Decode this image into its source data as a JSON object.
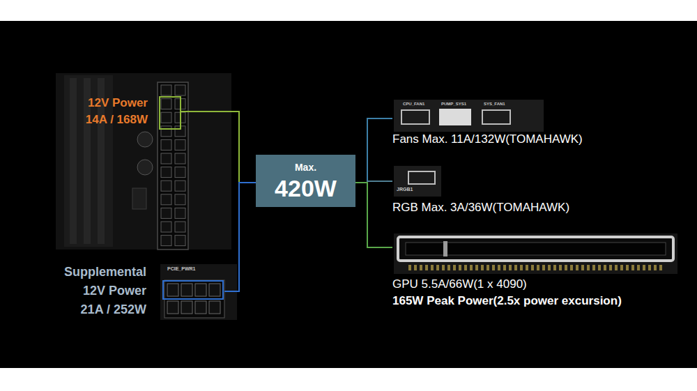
{
  "diagram": {
    "nodes": [
      {
        "text": [
          "12V Power",
          "14A / 168W"
        ]
      },
      {
        "text": [
          "Supplemental 12V Power",
          "21A / 252W"
        ]
      },
      {
        "text": [
          "Max.",
          "420W"
        ]
      },
      {
        "text": [
          "Fans Max. 11A/132W(TOMAHAWK)"
        ]
      },
      {
        "text": [
          "RGB Max. 3A/36W(TOMAHAWK)"
        ]
      },
      {
        "text": [
          "GPU 5.5A/66W(1 x 4090)",
          "165W Peak Power(2.5x power excursion)"
        ]
      }
    ],
    "edges": [
      {
        "from": 0,
        "to": 2,
        "arrow": "none"
      },
      {
        "from": 1,
        "to": 2,
        "arrow": "none"
      },
      {
        "from": 2,
        "to": 3,
        "arrow": "none"
      },
      {
        "from": 2,
        "to": 4,
        "arrow": "none"
      },
      {
        "from": 2,
        "to": 5,
        "arrow": "none"
      }
    ],
    "labels": [
      "PCIE_PWR1",
      "CPU_FAN1",
      "PUMP_SYS1",
      "SYS_FAN1",
      "JRGB1"
    ]
  }
}
